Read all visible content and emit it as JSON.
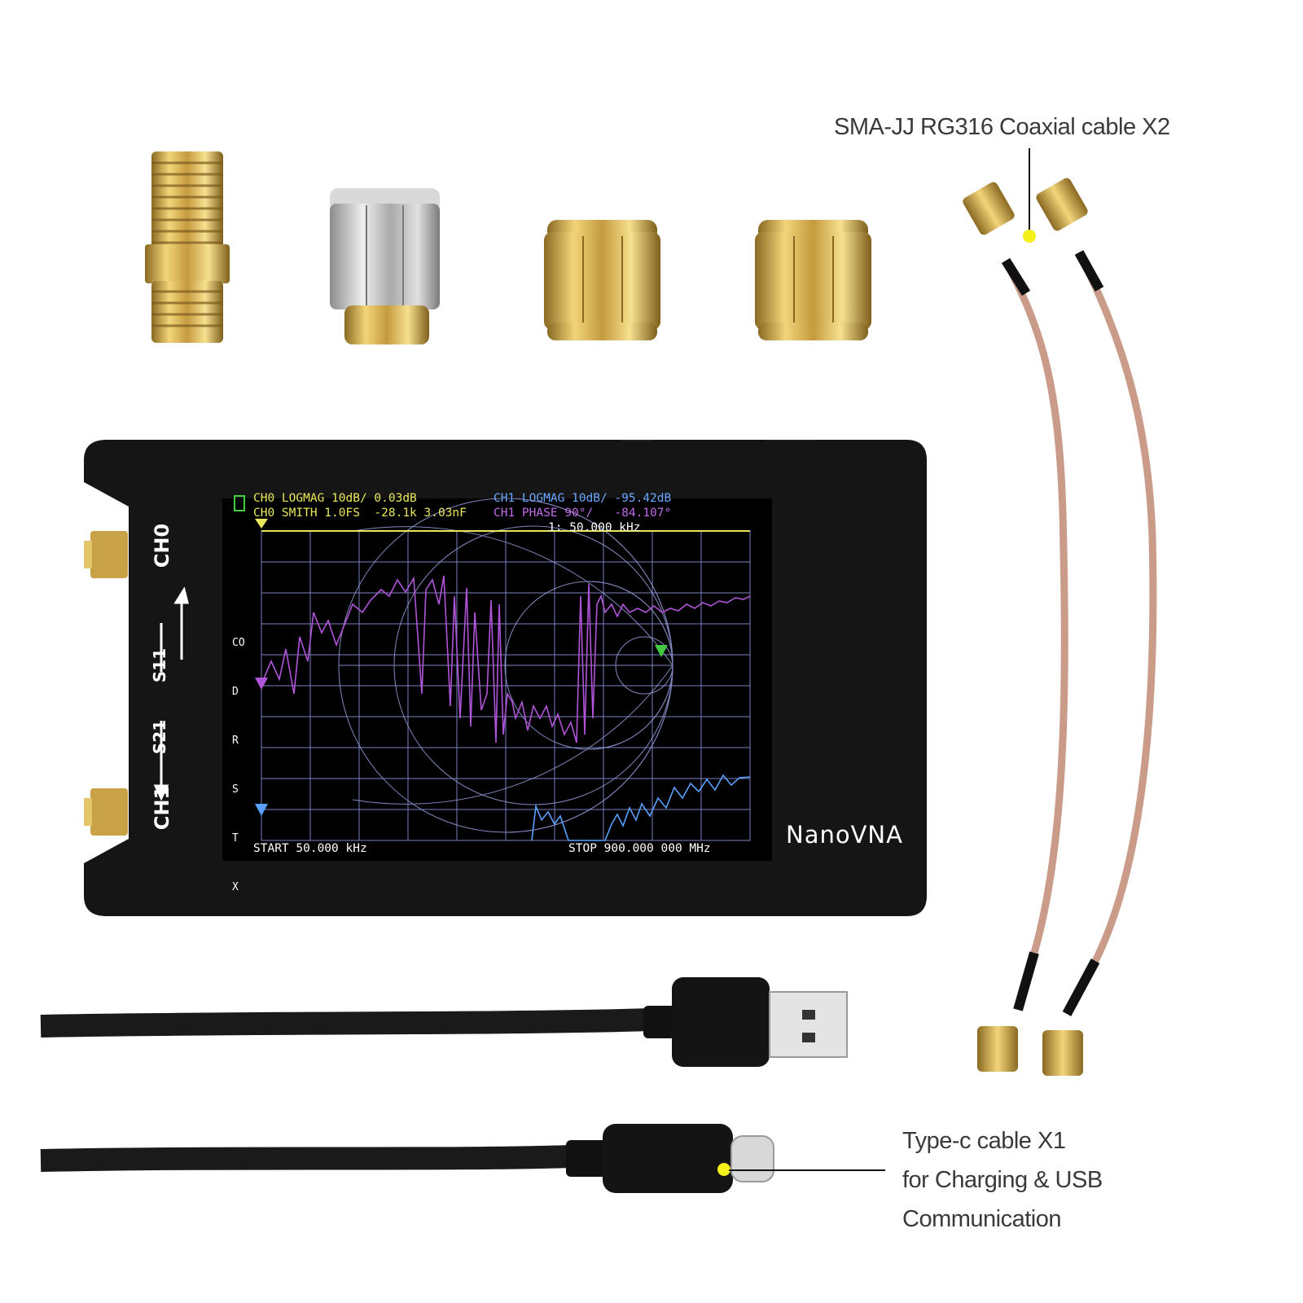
{
  "callouts": {
    "coax": "SMA-JJ RG316 Coaxial cable X2",
    "typec_line1": "Type-c cable X1",
    "typec_line2": "for Charging & USB",
    "typec_line3": "Communication"
  },
  "device": {
    "brand": "NanoVNA",
    "port_top": "CH0",
    "port_bottom": "CH1",
    "signal_s11": "S11",
    "signal_s21": "S21"
  },
  "screen": {
    "ch0_logmag": "CH0 LOGMAG 10dB/ 0.03dB",
    "ch0_smith": "CH0 SMITH 1.0FS  -28.1k 3.03nF",
    "ch1_logmag": "CH1 LOGMAG 10dB/ -95.42dB",
    "ch1_phase": "CH1 PHASE 90°/   -84.107°",
    "marker": "1: 50.000 kHz",
    "side_menu": [
      "CO",
      "D",
      "R",
      "S",
      "T",
      "X"
    ],
    "start": "START 50.000 kHz",
    "stop": "STOP 900.000 000 MHz"
  },
  "colors": {
    "device_body": "#151515",
    "gold": "#c9a146",
    "cable_pink": "#c99b88",
    "trace_yellow": "#e8e85a",
    "trace_purple": "#b055d8",
    "trace_blue": "#5aa0ff",
    "grid": "#8890d8",
    "callout_dot": "#f5ef1a"
  }
}
